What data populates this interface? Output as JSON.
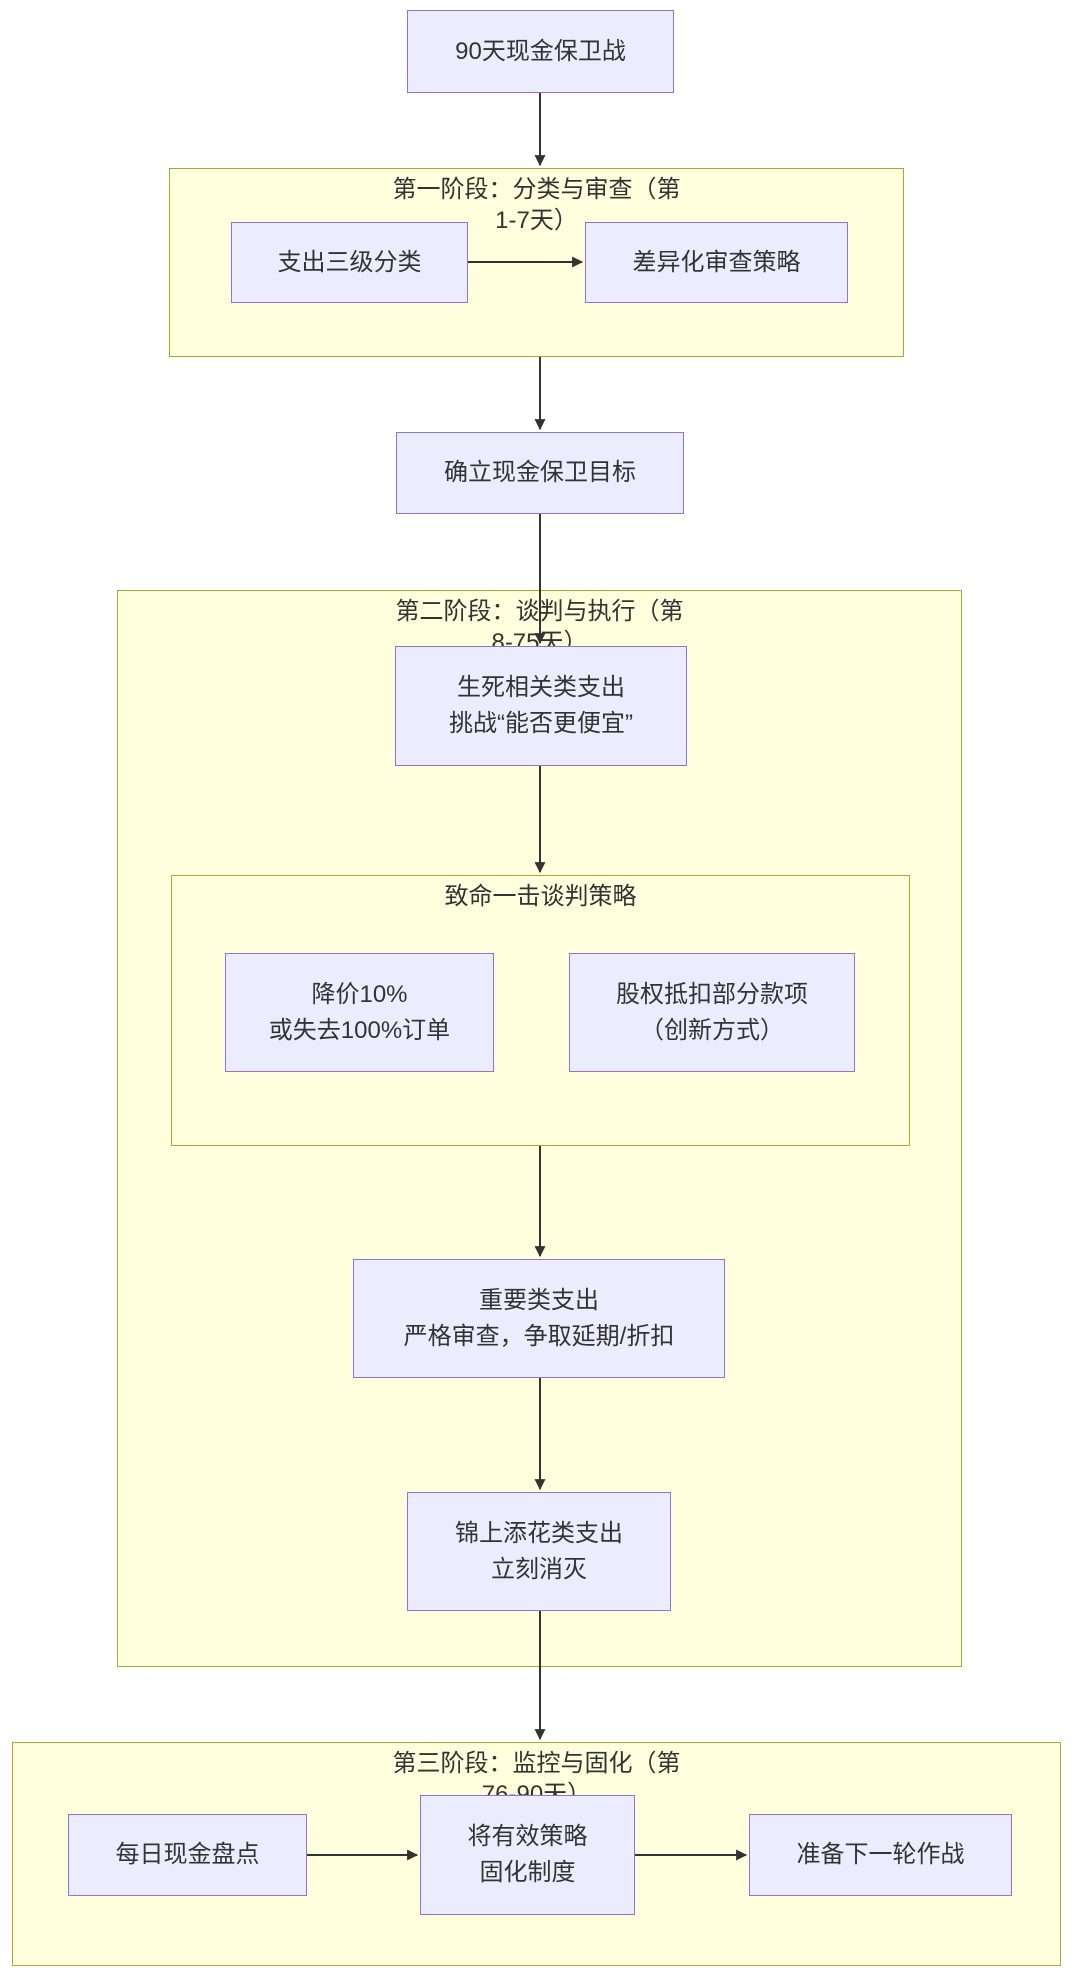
{
  "diagram": {
    "root": {
      "label": "90天现金保卫战"
    },
    "phase1": {
      "title_line1": "第一阶段：分类与审查（第",
      "title_line2": "1-7天）",
      "classify": {
        "label": "支出三级分类"
      },
      "review": {
        "label": "差异化审查策略"
      }
    },
    "goal": {
      "label": "确立现金保卫目标"
    },
    "phase2": {
      "title_line1": "第二阶段：谈判与执行（第",
      "title_line2": "8-75天）",
      "critical": {
        "line1": "生死相关类支出",
        "line2": "挑战“能否更便宜”"
      },
      "strategy": {
        "title": "致命一击谈判策略",
        "discount": {
          "line1": "降价10%",
          "line2": "或失去100%订单"
        },
        "equity": {
          "line1": "股权抵扣部分款项",
          "line2": "（创新方式）"
        }
      },
      "important": {
        "line1": "重要类支出",
        "line2": "严格审查，争取延期/折扣"
      },
      "nice_to_have": {
        "line1": "锦上添花类支出",
        "line2": "立刻消灭"
      }
    },
    "phase3": {
      "title_line1": "第三阶段：监控与固化（第",
      "title_line2": "76-90天）",
      "daily": {
        "label": "每日现金盘点"
      },
      "solidify": {
        "line1": "将有效策略",
        "line2": "固化制度"
      },
      "next": {
        "label": "准备下一轮作战"
      }
    }
  },
  "colors": {
    "node_fill": "#ECECFF",
    "node_border": "#9370DB",
    "subgraph_fill": "#FFFFDE",
    "subgraph_border": "#AAAA33",
    "edge": "#333333",
    "text": "#333333"
  }
}
